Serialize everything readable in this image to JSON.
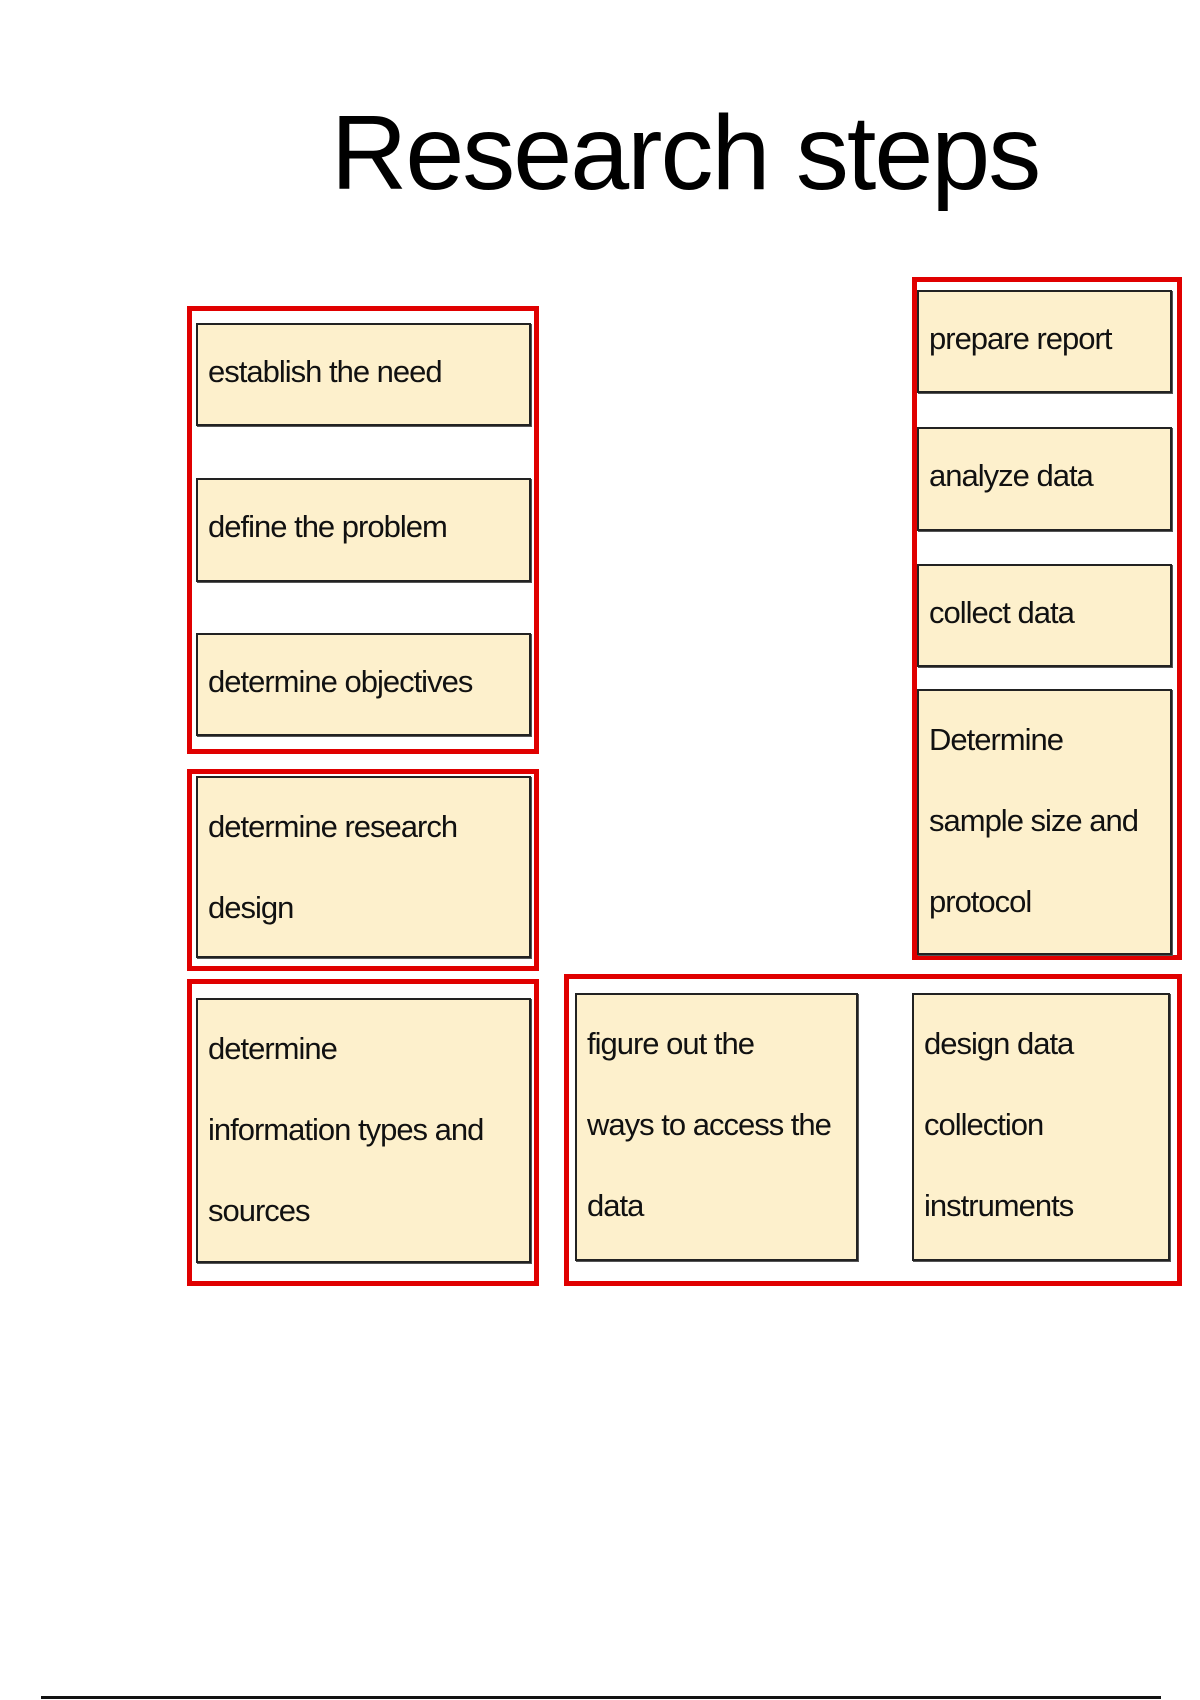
{
  "title": "Research steps",
  "colors": {
    "group_border": "#e00000",
    "step_fill": "#fdf0cc",
    "step_border": "#222222"
  },
  "steps": {
    "establish_need": "establish the need",
    "define_problem": "define the problem",
    "determine_objectives": "determine objectives",
    "research_design": "determine research\ndesign",
    "information_types": "determine\ninformation types and\nsources",
    "access_data": "figure out the\nways to access the\ndata",
    "design_instruments": "design  data\ncollection\ninstruments",
    "sample_size": "Determine\nsample size and\nprotocol",
    "collect_data": "collect data",
    "analyze_data": "analyze data",
    "prepare_report": "prepare report"
  }
}
